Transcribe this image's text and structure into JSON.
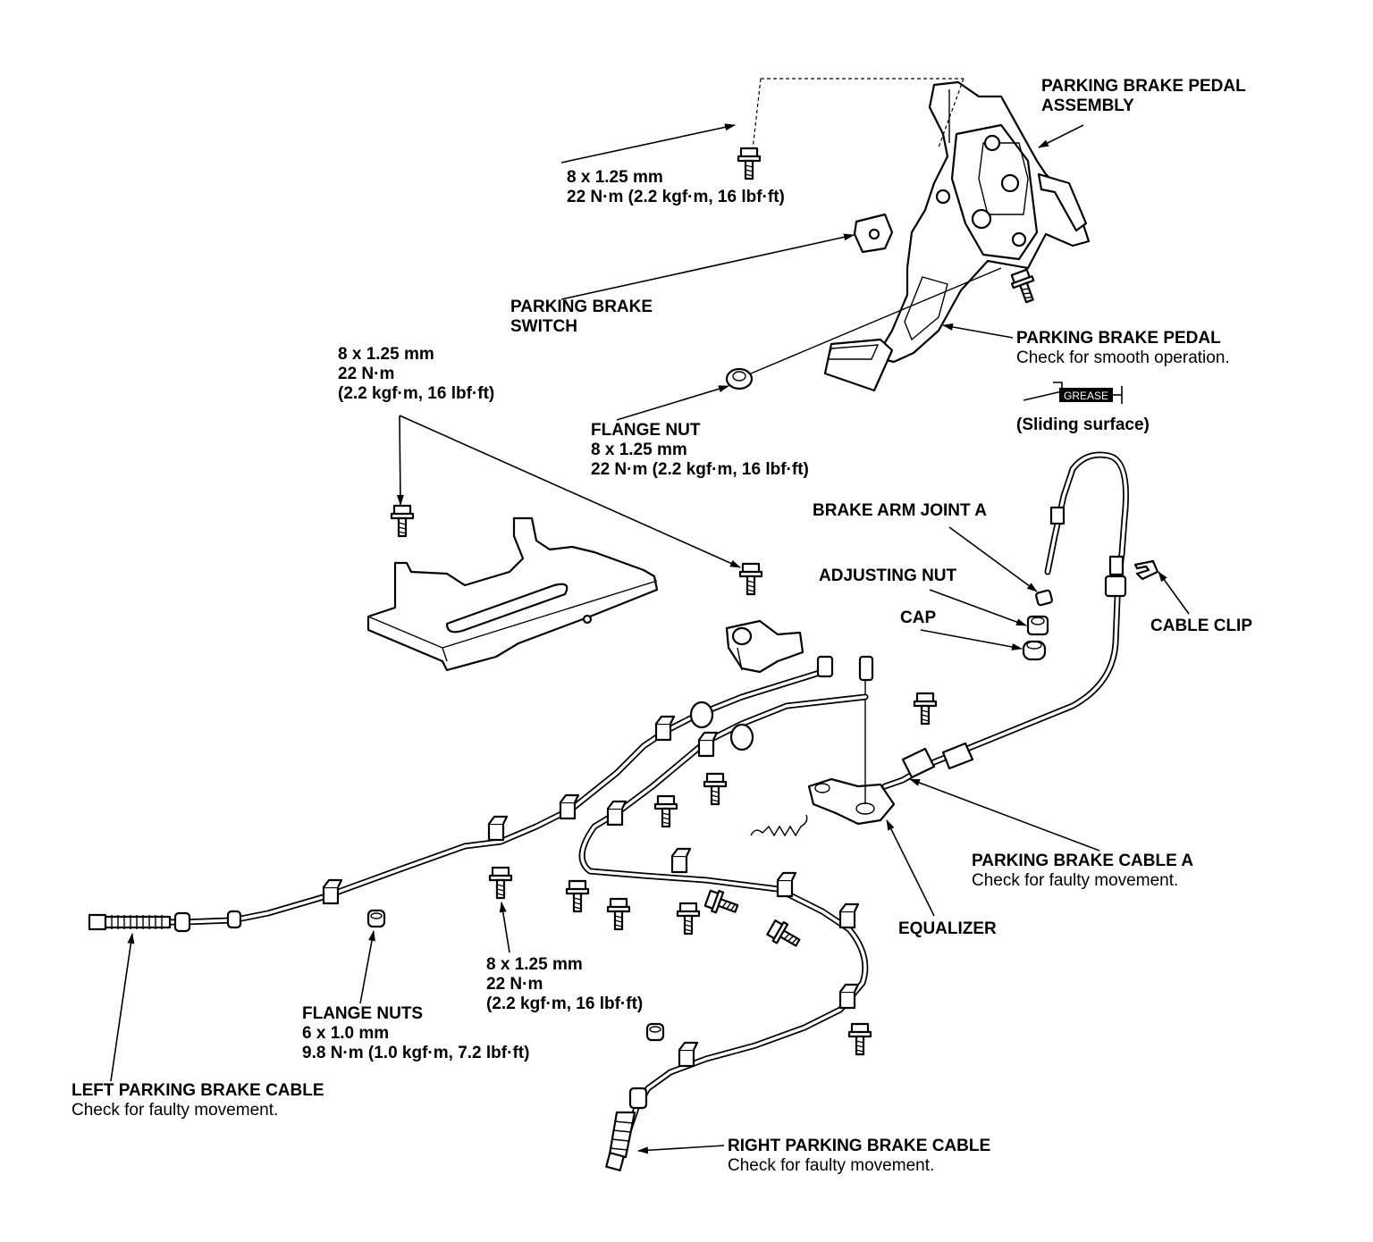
{
  "labels": {
    "pedal_assembly": {
      "line1": "PARKING BRAKE PEDAL",
      "line2": "ASSEMBLY"
    },
    "top_bolt": {
      "line1": "8 x 1.25 mm",
      "line2": "22 N·m (2.2 kgf·m, 16 lbf·ft)"
    },
    "switch": {
      "line1": "PARKING BRAKE",
      "line2": "SWITCH"
    },
    "left_bolt": {
      "line1": "8 x 1.25 mm",
      "line2": "22 N·m",
      "line3": "(2.2 kgf·m, 16 lbf·ft)"
    },
    "pedal": {
      "line1": "PARKING BRAKE PEDAL",
      "note": "Check for smooth operation."
    },
    "grease": {
      "symbol_text": "GREASE",
      "caption": "(Sliding surface)"
    },
    "flange_nut": {
      "line1": "FLANGE NUT",
      "line2": "8 x 1.25 mm",
      "line3": "22 N·m (2.2 kgf·m, 16 lbf·ft)"
    },
    "brake_arm_joint": {
      "line1": "BRAKE ARM JOINT A"
    },
    "adjusting_nut": {
      "line1": "ADJUSTING NUT"
    },
    "cap": {
      "line1": "CAP"
    },
    "cable_clip": {
      "line1": "CABLE CLIP"
    },
    "cable_a": {
      "line1": "PARKING BRAKE CABLE A",
      "note": "Check for faulty movement."
    },
    "equalizer": {
      "line1": "EQUALIZER"
    },
    "bottom_bolt": {
      "line1": "8 x 1.25 mm",
      "line2": "22 N·m",
      "line3": "(2.2 kgf·m, 16 lbf·ft)"
    },
    "flange_nuts": {
      "line1": "FLANGE NUTS",
      "line2": "6 x 1.0 mm",
      "line3": "9.8 N·m (1.0 kgf·m, 7.2 lbf·ft)"
    },
    "left_cable": {
      "line1": "LEFT PARKING BRAKE CABLE",
      "note": "Check for faulty movement."
    },
    "right_cable": {
      "line1": "RIGHT PARKING BRAKE CABLE",
      "note": "Check for faulty movement."
    }
  }
}
